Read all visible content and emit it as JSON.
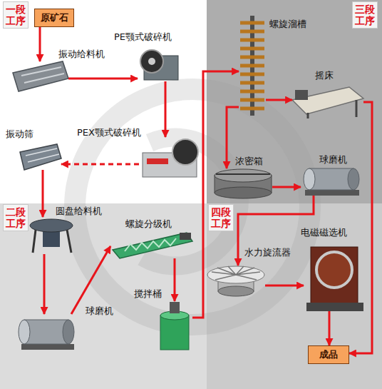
{
  "diagram": {
    "nodes": [
      {
        "text": [
          "原矿石"
        ]
      },
      {
        "text": [
          "振动给料机"
        ]
      },
      {
        "text": [
          "PE颚式破碎机"
        ]
      },
      {
        "text": [
          "PEX颚式破碎机"
        ]
      },
      {
        "text": [
          "振动筛"
        ]
      },
      {
        "text": [
          "圆盘给料机"
        ]
      },
      {
        "text": [
          "螺旋分级机"
        ]
      },
      {
        "text": [
          "球磨机"
        ]
      },
      {
        "text": [
          "搅拌桶"
        ]
      },
      {
        "text": [
          "螺旋溜槽"
        ]
      },
      {
        "text": [
          "摇床"
        ]
      },
      {
        "text": [
          "浓密箱"
        ]
      },
      {
        "text": [
          "球磨机"
        ]
      },
      {
        "text": [
          "水力旋流器"
        ]
      },
      {
        "text": [
          "电磁磁选机"
        ]
      },
      {
        "text": [
          "成品"
        ]
      }
    ],
    "edges": [
      {
        "from": 0,
        "to": 1,
        "arrow": "to"
      },
      {
        "from": 1,
        "to": 2,
        "arrow": "to"
      },
      {
        "from": 2,
        "to": 3,
        "arrow": "to"
      },
      {
        "from": 3,
        "to": 4,
        "arrow": "to"
      },
      {
        "from": 4,
        "to": 5,
        "arrow": "to"
      },
      {
        "from": 5,
        "to": 7,
        "arrow": "to"
      },
      {
        "from": 7,
        "to": 6,
        "arrow": "to"
      },
      {
        "from": 6,
        "to": 8,
        "arrow": "to"
      },
      {
        "from": 8,
        "to": 9,
        "arrow": "to"
      },
      {
        "from": 9,
        "to": 10,
        "arrow": "to"
      },
      {
        "from": 9,
        "to": 11,
        "arrow": "to"
      },
      {
        "from": 11,
        "to": 12,
        "arrow": "to"
      },
      {
        "from": 12,
        "to": 13,
        "arrow": "to"
      },
      {
        "from": 13,
        "to": 14,
        "arrow": "to"
      },
      {
        "from": 14,
        "to": 15,
        "arrow": "to"
      },
      {
        "from": 10,
        "to": 15,
        "arrow": "to"
      }
    ],
    "labels": [
      "一段工序",
      "二段工序",
      "三段工序",
      "四段工序"
    ]
  }
}
